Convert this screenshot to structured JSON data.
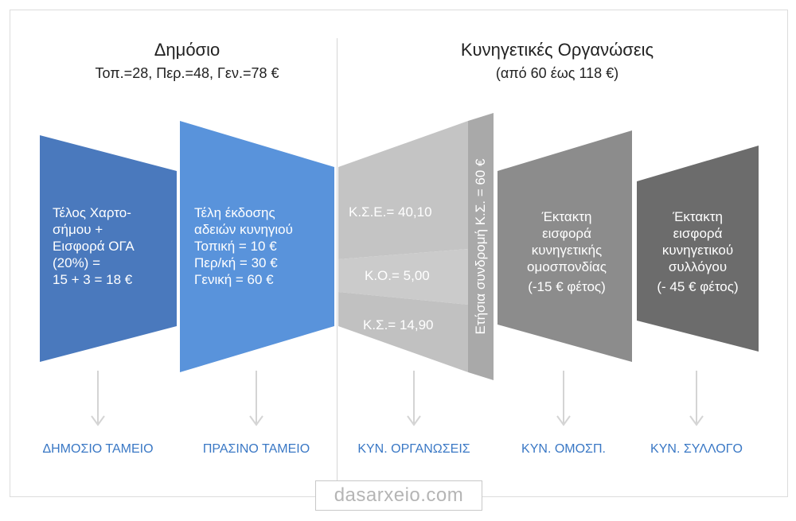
{
  "public": {
    "title": "Δημόσιο",
    "subtitle": "Τοπ.=28, Περ.=48, Γεν.=78 €",
    "box1": [
      "Τέλος Χαρτο-",
      "σήμου +",
      "Εισφορά ΟΓΑ",
      "(20%) =",
      "15 + 3 = 18 €"
    ],
    "box2": [
      "Τέλη έκδοσης",
      "αδειών κυνηγιού",
      "Τοπική = 10 €",
      "Περ/κή = 30 €",
      "Γενική =  60 €"
    ]
  },
  "orgs": {
    "title": "Κυνηγετικές Οργανώσεις",
    "subtitle": "(από 60 έως 118 €)",
    "kse": "Κ.Σ.Ε.= 40,10",
    "ko": "Κ.Ο.= 5,00",
    "ks": "Κ.Σ.= 14,90",
    "annual": "Ετήσια συνδρομή Κ.Σ. = 60 €",
    "federation": [
      "Έκτακτη",
      "εισφορά",
      "κυνηγετικής",
      "ομοσπονδίας",
      "(-15 € φέτος)"
    ],
    "club": [
      "Έκτακτη",
      "εισφορά",
      "κυνηγετικού",
      "συλλόγου",
      "(- 45 € φέτος)"
    ]
  },
  "destinations": [
    "ΔΗΜΟΣΙΟ ΤΑΜΕΙΟ",
    "ΠΡΑΣΙΝΟ ΤΑΜΕΙΟ",
    "ΚΥΝ. ΟΡΓΑΝΩΣΕΙΣ",
    "ΚΥΝ. ΟΜΟΣΠ.",
    "ΚΥΝ. ΣΥΛΛΟΓΟ"
  ],
  "watermark": "dasarxeio.com",
  "colors": {
    "public_dark_blue": "#4a79bd",
    "public_light_blue": "#5993db",
    "org_light_gray": "#c4c4c4",
    "federation_gray": "#8c8c8c",
    "club_gray": "#6c6c6c",
    "destination_text": "#3a78c5",
    "arrow": "#d4d4d4"
  }
}
